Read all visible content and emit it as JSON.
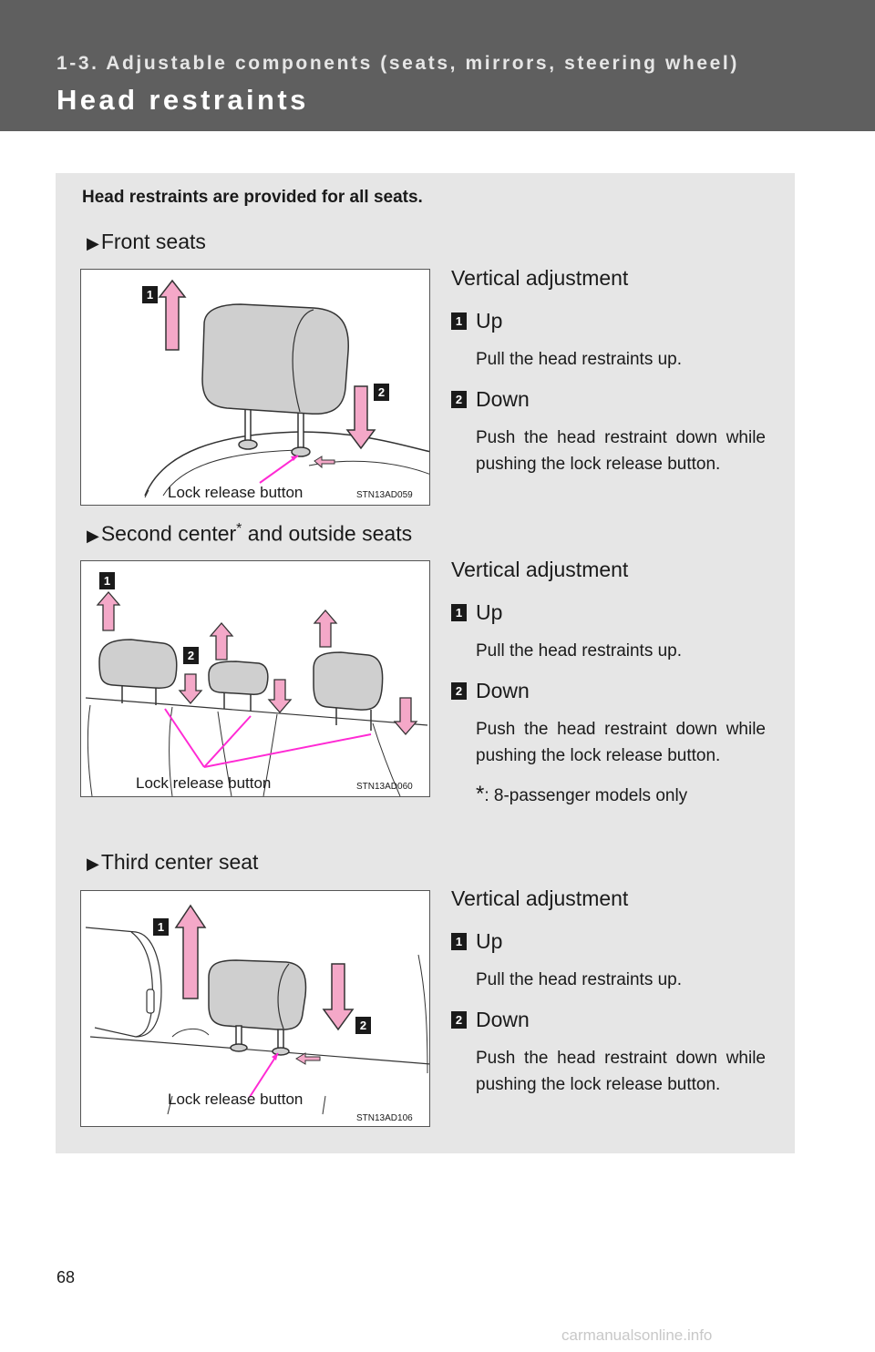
{
  "header": {
    "chapter": "1-3. Adjustable components (seats, mirrors, steering wheel)",
    "title": "Head restraints"
  },
  "intro": "Head restraints are provided for all seats.",
  "sections": [
    {
      "heading": "Front seats",
      "figure": {
        "code": "STN13AD059",
        "callout": "Lock release button",
        "marker1": "1",
        "marker2": "2"
      },
      "vertical": "Vertical adjustment",
      "up": {
        "num": "1",
        "label": "Up",
        "text": "Pull the head restraints up."
      },
      "down": {
        "num": "2",
        "label": "Down",
        "text": "Push the head restraint down while pushing the lock release button."
      }
    },
    {
      "heading": "Second center",
      "heading_suffix": " and outside seats",
      "asterisk": "*",
      "figure": {
        "code": "STN13AD060",
        "callout": "Lock release button",
        "marker1": "1",
        "marker2": "2"
      },
      "vertical": "Vertical adjustment",
      "up": {
        "num": "1",
        "label": "Up",
        "text": "Pull the head restraints up."
      },
      "down": {
        "num": "2",
        "label": "Down",
        "text": "Push the head restraint down while pushing the lock release button."
      },
      "note": ": 8-passenger models only"
    },
    {
      "heading": "Third center seat",
      "figure": {
        "code": "STN13AD106",
        "callout": "Lock release button",
        "marker1": "1",
        "marker2": "2"
      },
      "vertical": "Vertical adjustment",
      "up": {
        "num": "1",
        "label": "Up",
        "text": "Pull the head restraints up."
      },
      "down": {
        "num": "2",
        "label": "Down",
        "text": "Push the head restraint down while pushing the lock release button."
      }
    }
  ],
  "page_number": "68",
  "watermark": "carmanualsonline.info",
  "colors": {
    "header_bg": "#5f5f5f",
    "panel_bg": "#e6e6e6",
    "arrow_pink": "#f4a8c8",
    "callout_magenta": "#ff2ad4"
  }
}
